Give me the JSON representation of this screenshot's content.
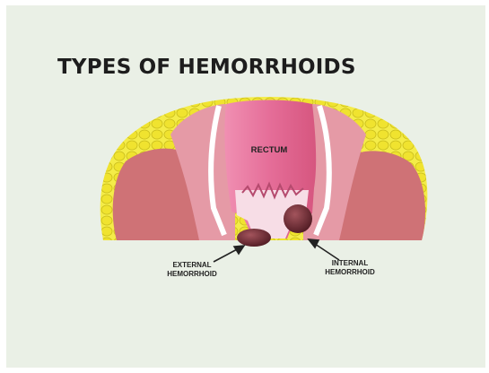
{
  "title": "TYPES OF HEMORRHOIDS",
  "labels": {
    "rectum": "RECTUM",
    "external_line1": "EXTERNAL",
    "external_line2": "HEMORRHOID",
    "internal_line1": "INTERNAL",
    "internal_line2": "HEMORRHOID"
  },
  "colors": {
    "background": "#eaf0e6",
    "fat": "#f0e63a",
    "muscle": "#cf7276",
    "rectum": "#e87aa1",
    "hemorrhoid": "#6b2a32"
  }
}
